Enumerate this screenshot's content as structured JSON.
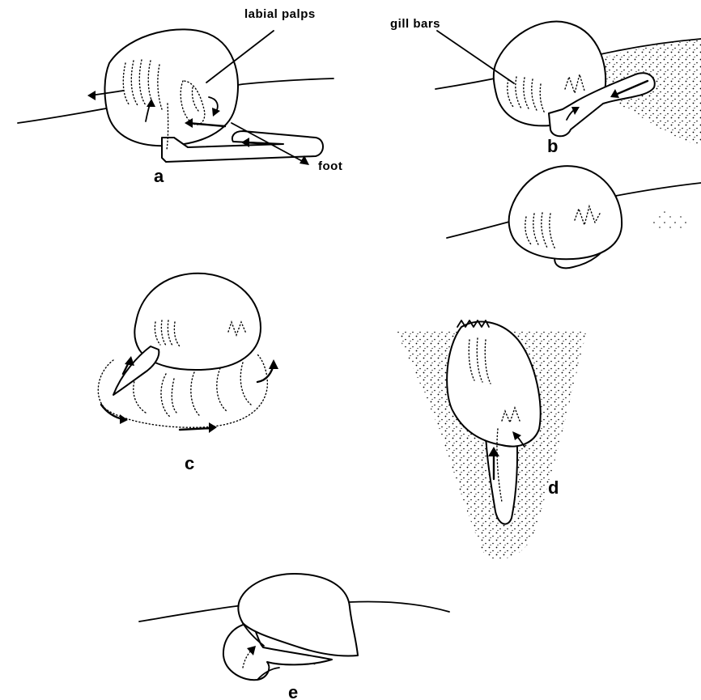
{
  "labels": {
    "labial_palps": "labial palps",
    "gill_bars": "gill bars",
    "foot": "foot"
  },
  "panels": {
    "a": "a",
    "b": "b",
    "c": "c",
    "d": "d",
    "e": "e"
  }
}
